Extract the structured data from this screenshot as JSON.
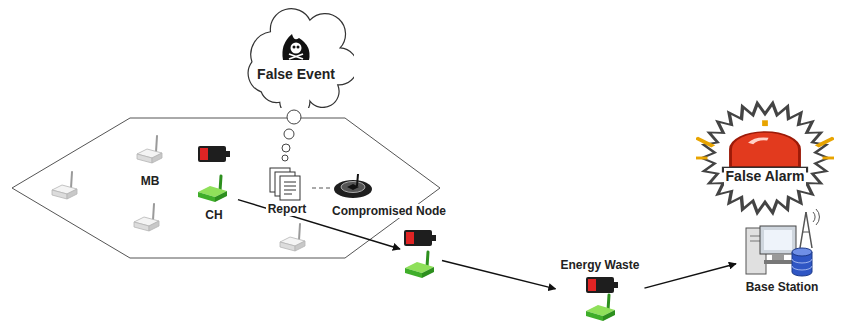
{
  "diagram": {
    "nodes": [
      {
        "text": [
          "False Event"
        ]
      },
      {
        "text": [
          "CH"
        ]
      },
      {
        "text": [
          "MB"
        ]
      },
      {
        "text": [
          "Report"
        ]
      },
      {
        "text": [
          "Compromised Node"
        ]
      },
      {
        "text": []
      },
      {
        "text": [
          "Energy Waste"
        ]
      },
      {
        "text": [
          "Base Station"
        ]
      },
      {
        "text": [
          "False Alarm"
        ]
      }
    ],
    "edges": [
      {
        "from": 3,
        "to": 4,
        "arrow": "none"
      },
      {
        "from": 1,
        "to": 5,
        "arrow": "to"
      },
      {
        "from": 5,
        "to": 6,
        "arrow": "to"
      },
      {
        "from": 6,
        "to": 7,
        "arrow": "to"
      }
    ]
  }
}
